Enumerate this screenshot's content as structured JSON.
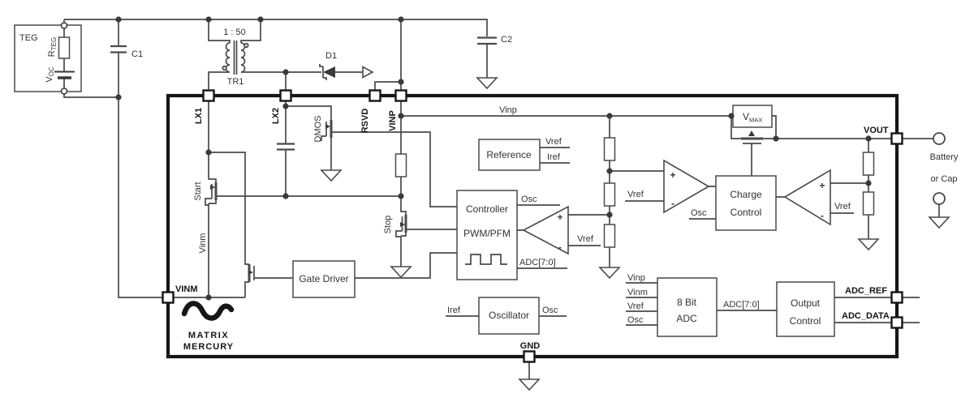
{
  "labels": {
    "teg": "TEG",
    "c1": "C1",
    "c2": "C2",
    "d1": "D1",
    "tr1": "TR1",
    "ratio": "1 : 50",
    "battery1": "Battery",
    "battery2": "or Cap",
    "vinp": "Vinp",
    "vinm": "Vinm",
    "vref": "Vref",
    "iref": "Iref",
    "osc": "Osc",
    "adc_bus": "ADC[7:0]",
    "start": "Start",
    "stop": "Stop",
    "dmos": "DMOS",
    "plus": "+",
    "minus": "-",
    "r_base": "R",
    "r_sub": "TEG",
    "v_base": "V",
    "v_sub": "OC",
    "vmax_base": "V",
    "vmax_sub": "MAX"
  },
  "pins": {
    "lx1": "LX1",
    "lx2": "LX2",
    "rsvd": "RSVD",
    "vinp": "VINP",
    "vinm": "VINM",
    "gnd": "GND",
    "vout": "VOUT",
    "adc_ref": "ADC_REF",
    "adc_data": "ADC_DATA"
  },
  "blocks": {
    "reference": "Reference",
    "controller1": "Controller",
    "controller2": "PWM/PFM",
    "gate_driver": "Gate Driver",
    "oscillator": "Oscillator",
    "charge1": "Charge",
    "charge2": "Control",
    "adc1": "8 Bit",
    "adc2": "ADC",
    "output1": "Output",
    "output2": "Control"
  },
  "logo": {
    "line1": "MATRIX",
    "line2": "MERCURY"
  },
  "colors": {
    "wire": "#4a4a4a",
    "ic_border": "#161616",
    "text": "#333333",
    "background": "#ffffff"
  }
}
